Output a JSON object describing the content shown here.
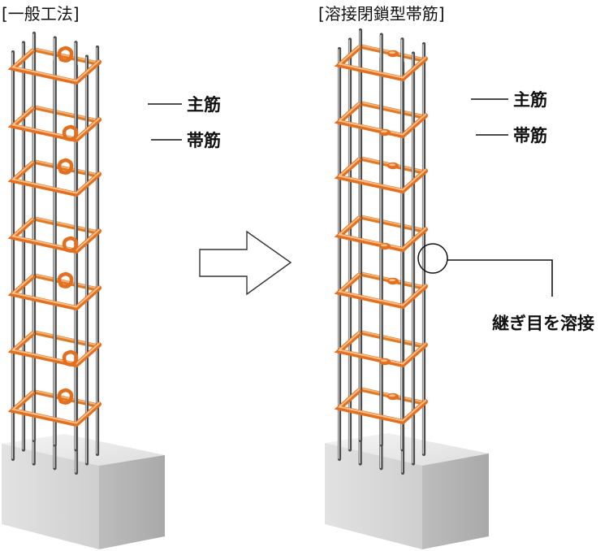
{
  "left_column": {
    "title": "[一般工法]",
    "label_main": "主筋",
    "label_hoop": "帯筋"
  },
  "right_column": {
    "title": "[溶接閉鎖型帯筋]",
    "label_main": "主筋",
    "label_hoop": "帯筋",
    "label_weld": "継ぎ目を溶接"
  },
  "colors": {
    "hoop": "#e27020",
    "rebar": "#4d4d4d",
    "concrete_light": "#ededed",
    "concrete_mid": "#d6d6d6",
    "concrete_dark": "#bfbfbf",
    "arrow_stroke": "#333333"
  }
}
